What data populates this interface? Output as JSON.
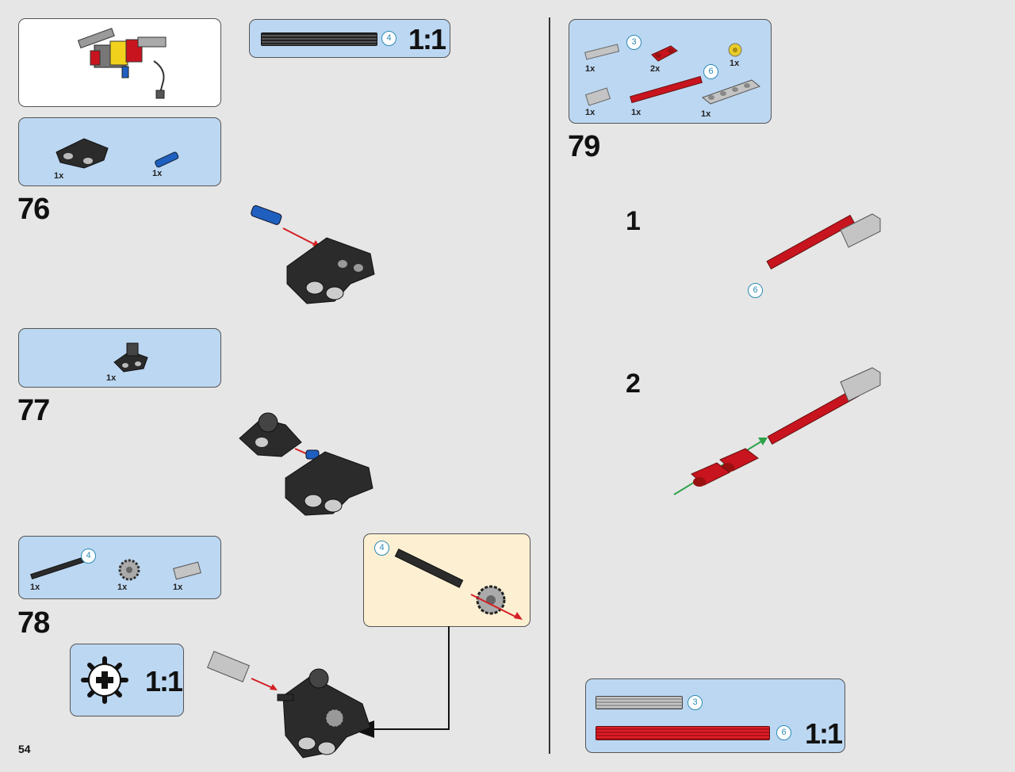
{
  "page_number": "54",
  "steps": {
    "s76": "76",
    "s77": "77",
    "s78": "78",
    "s79": "79"
  },
  "substeps": {
    "one": "1",
    "two": "2"
  },
  "ratio_label": "1:1",
  "parts": {
    "p76": [
      {
        "qty": "1x"
      },
      {
        "qty": "1x"
      }
    ],
    "p77": [
      {
        "qty": "1x"
      }
    ],
    "p78": [
      {
        "qty": "1x",
        "length": "4"
      },
      {
        "qty": "1x"
      },
      {
        "qty": "1x"
      }
    ],
    "p79": [
      {
        "qty": "1x",
        "length": "3"
      },
      {
        "qty": "2x"
      },
      {
        "qty": "1x"
      },
      {
        "qty": "1x"
      },
      {
        "qty": "1x",
        "length": "6"
      },
      {
        "qty": "1x"
      }
    ]
  },
  "lengths": {
    "four": "4",
    "three": "3",
    "six": "6"
  },
  "colors": {
    "page_bg": "#e6e6e6",
    "parts_box": "#bcd7f2",
    "subassembly_box": "#fdf0d2",
    "red_part": "#c8141e",
    "black_part": "#2b2b2b",
    "blue_part": "#1f5fbf",
    "arrow_red": "#d42025",
    "arrow_green": "#2ea24a",
    "callout_blue": "#2a8ab5"
  }
}
